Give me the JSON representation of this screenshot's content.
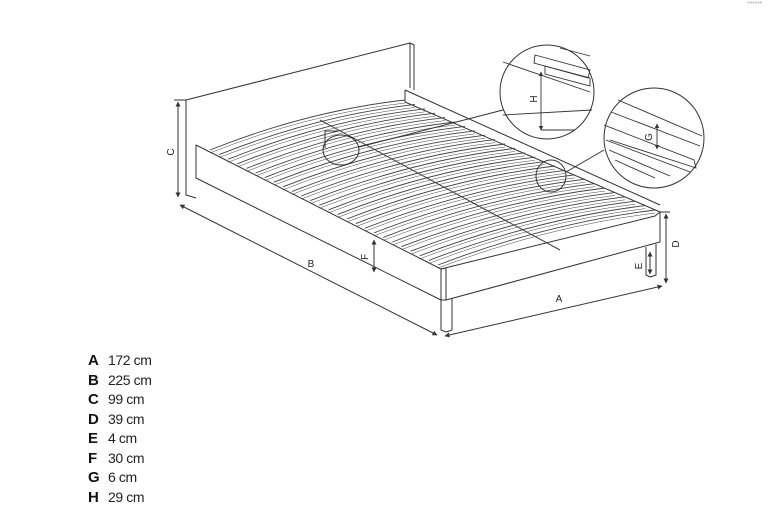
{
  "diagram": {
    "dimension_letters": {
      "A": "A",
      "B": "B",
      "C": "C",
      "D": "D",
      "E": "E",
      "F": "F",
      "G": "G",
      "H": "H"
    }
  },
  "legend": [
    {
      "key": "A",
      "value": "172 cm"
    },
    {
      "key": "B",
      "value": "225 cm"
    },
    {
      "key": "C",
      "value": "99 cm"
    },
    {
      "key": "D",
      "value": "39 cm"
    },
    {
      "key": "E",
      "value": "4 cm"
    },
    {
      "key": "F",
      "value": "30 cm"
    },
    {
      "key": "G",
      "value": "6 cm"
    },
    {
      "key": "H",
      "value": "29 cm"
    }
  ]
}
